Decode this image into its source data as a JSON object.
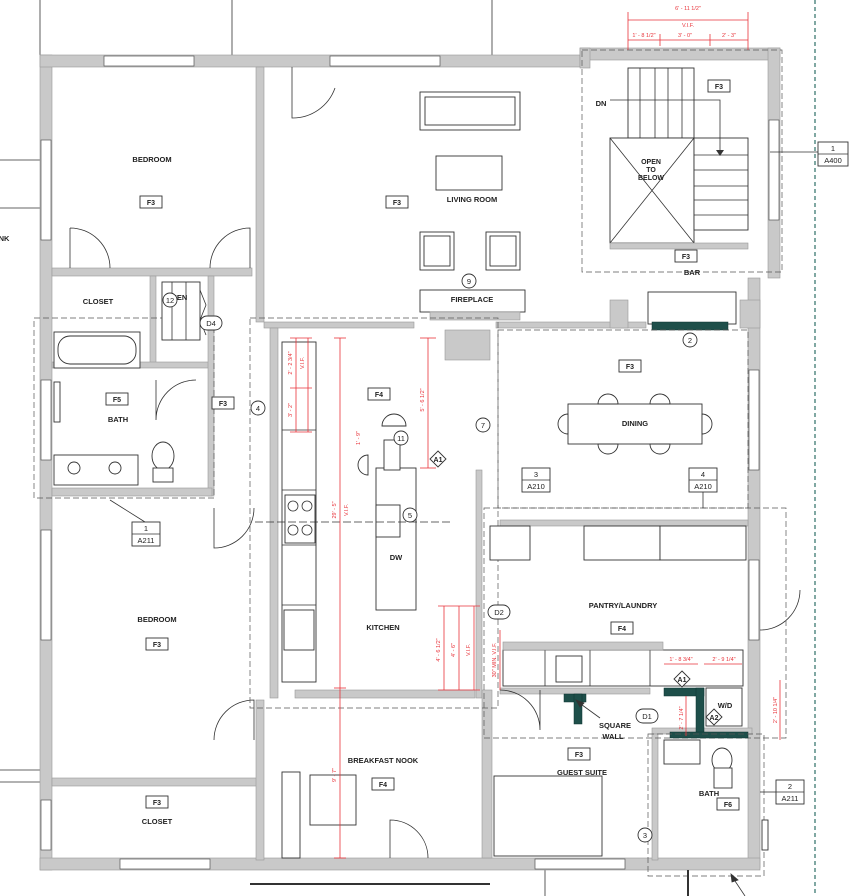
{
  "rooms": {
    "bedroom_top": "BEDROOM",
    "living_room": "LIVING ROOM",
    "closet_top": "CLOSET",
    "linen": "LINEN",
    "bath_left": "BATH",
    "fireplace": "FIREPLACE",
    "bar": "BAR",
    "dining": "DINING",
    "kitchen": "KITCHEN",
    "pantry": "PANTRY/LAUNDRY",
    "bedroom_bottom": "BEDROOM",
    "closet_bottom": "CLOSET",
    "breakfast_nook": "BREAKFAST NOOK",
    "guest_suite": "GUEST SUITE",
    "bath_right": "BATH",
    "square_wall_1": "SQUARE",
    "square_wall_2": "WALL",
    "dw": "DW",
    "wd": "W/D",
    "dn": "DN",
    "open_below_1": "OPEN",
    "open_below_2": "TO",
    "open_below_3": "BELOW",
    "left_edge_text": "NK"
  },
  "finish_tags": {
    "bedroom_top": "F3",
    "living": "F3",
    "stair": "F3",
    "bar": "F3",
    "bath_left": "F5",
    "hall": "F3",
    "kitchen": "F4",
    "dining": "F3",
    "pantry": "F4",
    "bedroom_bottom": "F3",
    "closet_bottom": "F3",
    "nook": "F4",
    "guest": "F3",
    "bath_right": "F6"
  },
  "keynotes": {
    "k2": "2",
    "k3": "3",
    "k4": "4",
    "k5": "5",
    "k7": "7",
    "k9": "9",
    "k11": "11",
    "k12": "12"
  },
  "doors": {
    "d1": "D1",
    "d2": "D2",
    "d4": "D4"
  },
  "diamonds": {
    "a1_kitchen": "A1",
    "a1_bath": "A1",
    "a2_bath": "A2"
  },
  "section_refs": {
    "r1": {
      "num": "1",
      "sheet": "A400"
    },
    "r2": {
      "num": "1",
      "sheet": "A211"
    },
    "r3": {
      "num": "3",
      "sheet": "A210"
    },
    "r4": {
      "num": "4",
      "sheet": "A210"
    },
    "r5": {
      "num": "2",
      "sheet": "A211"
    }
  },
  "dimensions": {
    "top_total": "6' - 11 1/2\"",
    "top_vif": "V.I.F.",
    "top_a": "1' - 8 1/2\"",
    "top_b": "3' - 0\"",
    "top_c": "2' - 3\"",
    "k_upper_1": "2' - 2 3/4\"",
    "k_upper_vif": "V.I.F.",
    "k_upper_2": "3' - 2\"",
    "k_upper_3": "1' - 9\"",
    "k_island": "5' - 6 1/2\"",
    "k_total": "29' - 5\"",
    "k_total_vif": "V.I.F.",
    "k_low_1": "4' - 6 1/2\"",
    "k_low_2": "4' - 6\"",
    "k_low_vif": "V.I.F.",
    "k_min": "30\" MIN. V.I.F.",
    "nook_dim": "9' - 7\"",
    "laundry_1": "1' - 8 3/4\"",
    "laundry_2": "2' - 9 1/4\"",
    "laundry_3": "2' - 7 1/4\"",
    "laundry_4": "2' - 10 1/4\""
  }
}
